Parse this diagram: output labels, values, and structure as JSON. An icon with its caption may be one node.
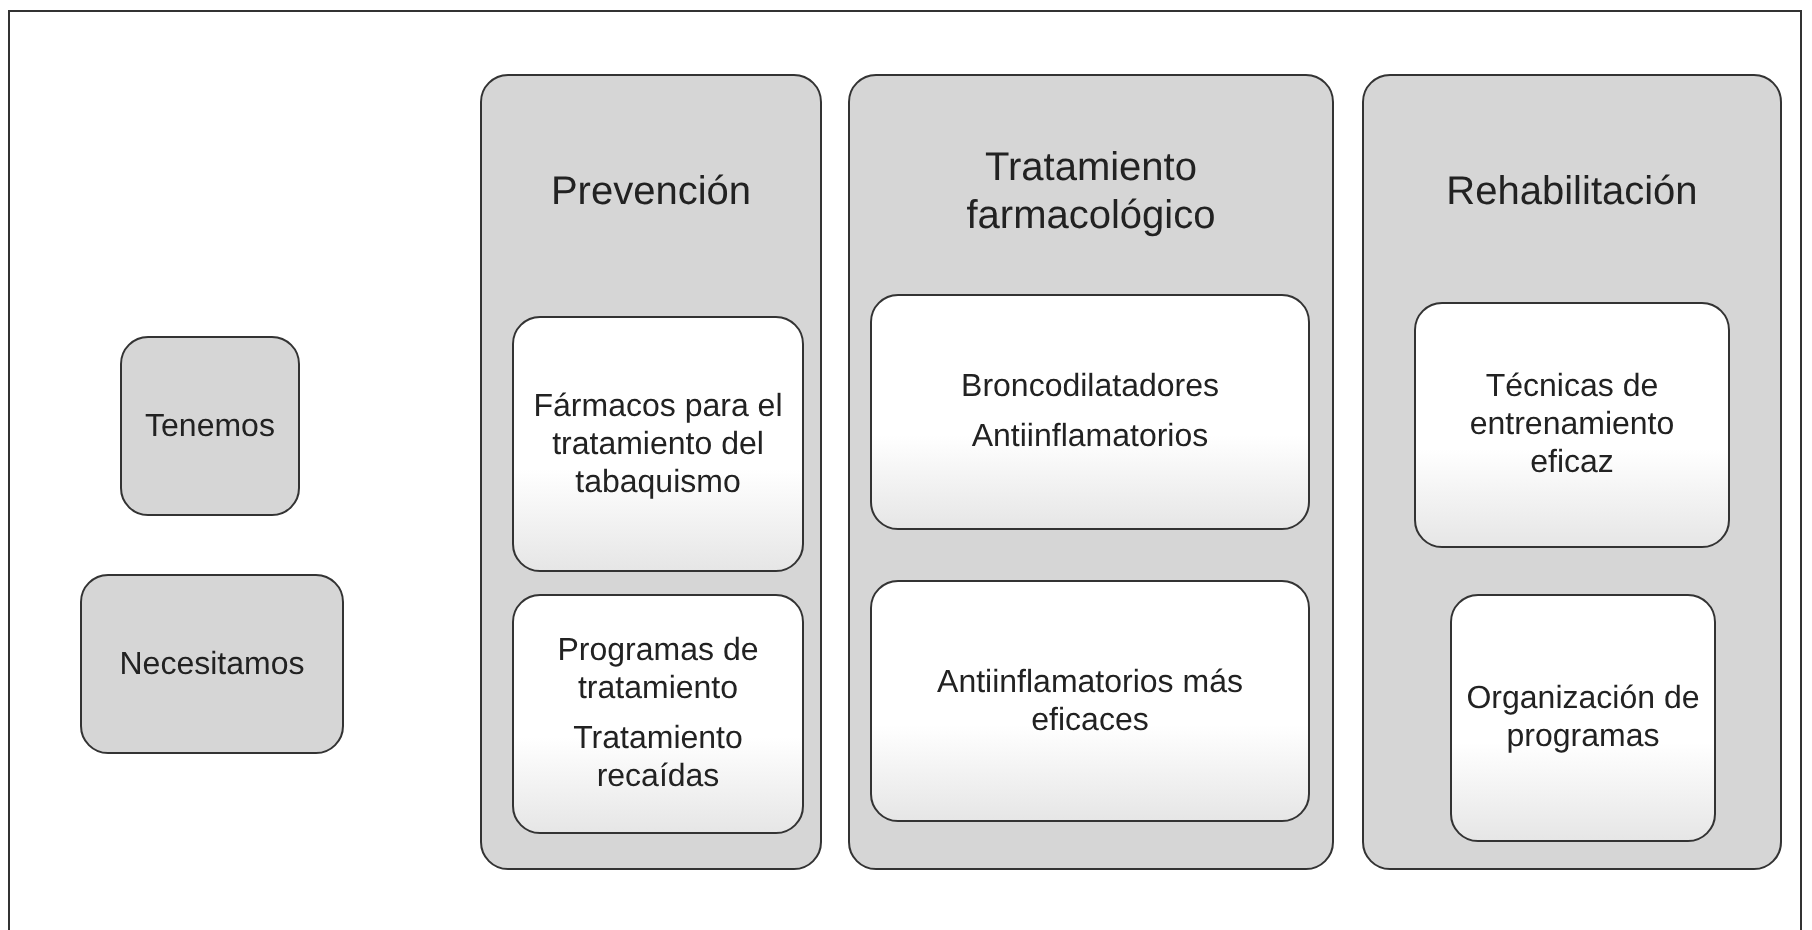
{
  "diagram": {
    "nodes": [
      {
        "text": [
          "Tenemos"
        ]
      },
      {
        "text": [
          "Necesitamos"
        ]
      },
      {
        "text": [
          "Prevención"
        ]
      },
      {
        "text": [
          "Fármacos para el tratamiento del tabaquismo"
        ],
        "in": 2
      },
      {
        "text": [
          "Programas de tratamiento",
          "Tratamiento recaídas"
        ],
        "in": 2
      },
      {
        "text": [
          "Tratamiento farmacológico"
        ]
      },
      {
        "text": [
          "Broncodilatadores",
          "Antiinflamatorios"
        ],
        "in": 5
      },
      {
        "text": [
          "Antiinflamatorios más eficaces"
        ],
        "in": 5
      },
      {
        "text": [
          "Rehabilitación"
        ]
      },
      {
        "text": [
          "Técnicas de entrenamiento eficaz"
        ],
        "in": 8
      },
      {
        "text": [
          "Organización de programas"
        ],
        "in": 8
      }
    ]
  }
}
